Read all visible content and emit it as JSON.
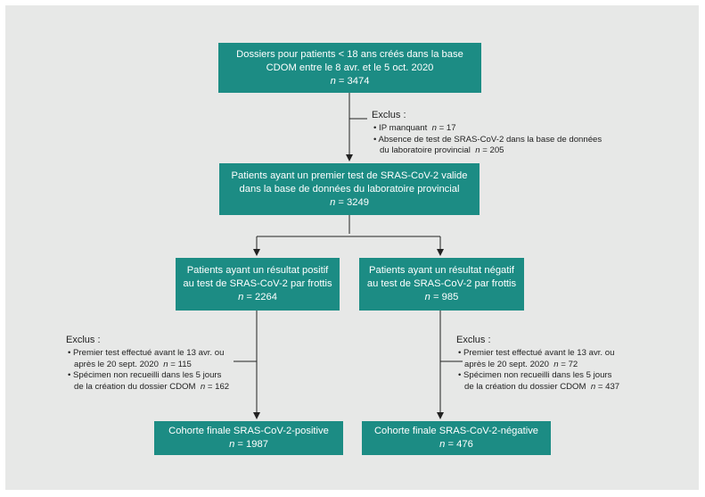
{
  "boxes": {
    "top": {
      "line1": "Dossiers pour patients < 18 ans créés dans la base",
      "line2": "CDOM entre le 8 avr. et le 5 oct. 2020",
      "n": "3474"
    },
    "valid": {
      "line1": "Patients ayant un premier test de SRAS-CoV-2 valide",
      "line2": "dans la base de données du laboratoire provincial",
      "n": "3249"
    },
    "positive": {
      "line1": "Patients ayant un résultat positif",
      "line2": "au test de SRAS-CoV-2 par frottis",
      "n": "2264"
    },
    "negative": {
      "line1": "Patients ayant un résultat négatif",
      "line2": "au test de SRAS-CoV-2 par frottis",
      "n": "985"
    },
    "final_pos": {
      "line1": "Cohorte finale SRAS-CoV-2-positive",
      "n": "1987"
    },
    "final_neg": {
      "line1": "Cohorte finale SRAS-CoV-2-négative",
      "n": "476"
    }
  },
  "n_prefix": "n",
  "n_eq": " = ",
  "exclusions": {
    "first": {
      "heading": "Exclus :",
      "item1": "IP manquant",
      "item1_n": "17",
      "item2_line1": "Absence de test de SRAS-CoV-2 dans la base de données",
      "item2_line2": "du laboratoire provincial",
      "item2_n": "205"
    },
    "left": {
      "heading": "Exclus :",
      "item1_line1": "Premier test effectué avant le 13 avr. ou",
      "item1_line2": "après le 20 sept. 2020",
      "item1_n": "115",
      "item2_line1": "Spécimen non recueilli dans les 5 jours",
      "item2_line2": "de la création du dossier CDOM",
      "item2_n": "162"
    },
    "right": {
      "heading": "Exclus :",
      "item1_line1": "Premier test effectué avant le 13 avr. ou",
      "item1_line2": "après le 20 sept. 2020",
      "item1_n": "72",
      "item2_line1": "Spécimen non recueilli dans les 5 jours",
      "item2_line2": "de la création du dossier CDOM",
      "item2_n": "437"
    }
  },
  "colors": {
    "box": "#1c8c84",
    "background": "#e7e8e7",
    "line": "#222222"
  }
}
